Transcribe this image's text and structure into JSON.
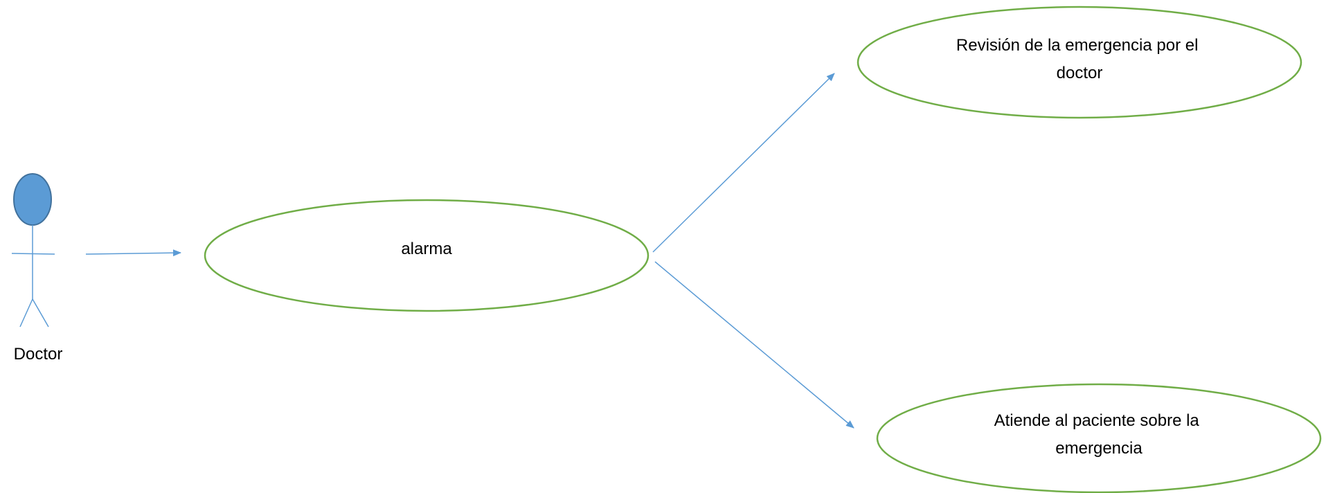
{
  "actor": {
    "label": "Doctor"
  },
  "use_cases": [
    {
      "id": "alarma",
      "lines": [
        "alarma"
      ]
    },
    {
      "id": "revision",
      "lines": [
        "Revisión de la emergencia por el",
        "doctor"
      ]
    },
    {
      "id": "atiende",
      "lines": [
        "Atiende al paciente sobre la",
        "emergencia"
      ]
    }
  ],
  "colors": {
    "usecase_border": "#70ad47",
    "connector": "#5b9bd5",
    "actor_fill": "#5b9bd5",
    "actor_outline": "#41719c",
    "text": "#000000"
  }
}
